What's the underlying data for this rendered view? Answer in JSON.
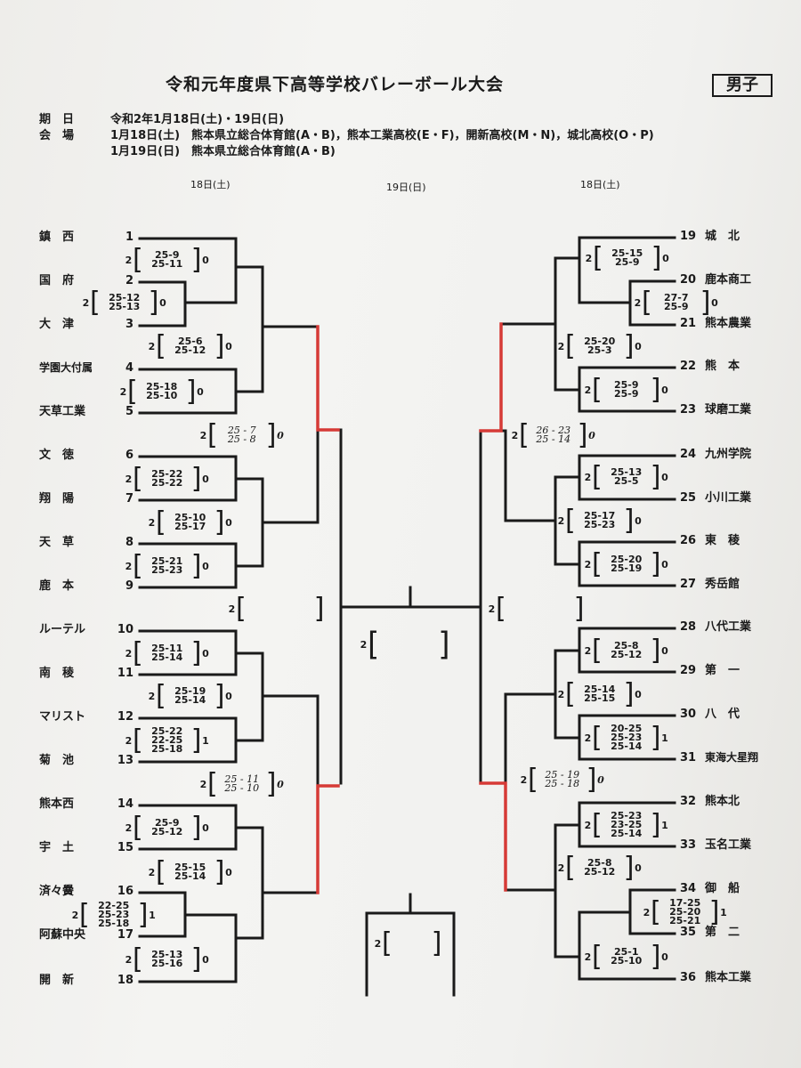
{
  "header": {
    "title": "令和元年度県下高等学校バレーボール大会",
    "division": "男子",
    "date_label": "期　日",
    "date_value": "令和2年1月18日(土)・19日(日)",
    "venue_label": "会　場",
    "venue_line1": "1月18日(土)　熊本県立総合体育館(A・B)，熊本工業高校(E・F)，開新高校(M・N)，城北高校(O・P)",
    "venue_line2": "1月19日(日)　熊本県立総合体育館(A・B)"
  },
  "day_headers": {
    "left": "18日(土)",
    "center": "19日(日)",
    "right": "18日(土)"
  },
  "teams_left": [
    {
      "seed": "1",
      "name": "鎮　西"
    },
    {
      "seed": "2",
      "name": "国　府"
    },
    {
      "seed": "3",
      "name": "大　津"
    },
    {
      "seed": "4",
      "name": "学園大付属"
    },
    {
      "seed": "5",
      "name": "天草工業"
    },
    {
      "seed": "6",
      "name": "文　徳"
    },
    {
      "seed": "7",
      "name": "翔　陽"
    },
    {
      "seed": "8",
      "name": "天　草"
    },
    {
      "seed": "9",
      "name": "鹿　本"
    },
    {
      "seed": "10",
      "name": "ルーテル"
    },
    {
      "seed": "11",
      "name": "南　稜"
    },
    {
      "seed": "12",
      "name": "マリスト"
    },
    {
      "seed": "13",
      "name": "菊　池"
    },
    {
      "seed": "14",
      "name": "熊本西"
    },
    {
      "seed": "15",
      "name": "宇　土"
    },
    {
      "seed": "16",
      "name": "済々黌"
    },
    {
      "seed": "17",
      "name": "阿蘇中央"
    },
    {
      "seed": "18",
      "name": "開　新"
    }
  ],
  "teams_right": [
    {
      "seed": "19",
      "name": "城　北"
    },
    {
      "seed": "20",
      "name": "鹿本商工"
    },
    {
      "seed": "21",
      "name": "熊本農業"
    },
    {
      "seed": "22",
      "name": "熊　本"
    },
    {
      "seed": "23",
      "name": "球磨工業"
    },
    {
      "seed": "24",
      "name": "九州学院"
    },
    {
      "seed": "25",
      "name": "小川工業"
    },
    {
      "seed": "26",
      "name": "東　稜"
    },
    {
      "seed": "27",
      "name": "秀岳館"
    },
    {
      "seed": "28",
      "name": "八代工業"
    },
    {
      "seed": "29",
      "name": "第　一"
    },
    {
      "seed": "30",
      "name": "八　代"
    },
    {
      "seed": "31",
      "name": "東海大星翔"
    },
    {
      "seed": "32",
      "name": "熊本北"
    },
    {
      "seed": "33",
      "name": "玉名工業"
    },
    {
      "seed": "34",
      "name": "御　船"
    },
    {
      "seed": "35",
      "name": "第　二"
    },
    {
      "seed": "36",
      "name": "熊本工業"
    }
  ],
  "scores": [
    {
      "w": "2",
      "l": "0",
      "sets": [
        "25-9",
        "25-11"
      ]
    },
    {
      "w": "2",
      "l": "0",
      "sets": [
        "25-12",
        "25-13"
      ]
    },
    {
      "w": "2",
      "l": "0",
      "sets": [
        "25-6",
        "25-12"
      ]
    },
    {
      "w": "2",
      "l": "0",
      "sets": [
        "25-18",
        "25-10"
      ]
    },
    {
      "w": "2",
      "l": "0",
      "sets": [
        "25 - 7",
        "25 - 8"
      ]
    },
    {
      "w": "2",
      "l": "0",
      "sets": [
        "25-22",
        "25-22"
      ]
    },
    {
      "w": "2",
      "l": "0",
      "sets": [
        "25-10",
        "25-17"
      ]
    },
    {
      "w": "2",
      "l": "0",
      "sets": [
        "25-21",
        "25-23"
      ]
    },
    {
      "w": "2",
      "l": "",
      "sets": []
    },
    {
      "w": "2",
      "l": "0",
      "sets": [
        "25-11",
        "25-14"
      ]
    },
    {
      "w": "2",
      "l": "0",
      "sets": [
        "25-19",
        "25-14"
      ]
    },
    {
      "w": "2",
      "l": "1",
      "sets": [
        "25-22",
        "22-25",
        "25-18"
      ]
    },
    {
      "w": "2",
      "l": "0",
      "sets": [
        "25 - 11",
        "25 - 10"
      ]
    },
    {
      "w": "2",
      "l": "0",
      "sets": [
        "25-9",
        "25-12"
      ]
    },
    {
      "w": "2",
      "l": "0",
      "sets": [
        "25-15",
        "25-14"
      ]
    },
    {
      "w": "2",
      "l": "1",
      "sets": [
        "22-25",
        "25-23",
        "25-18"
      ]
    },
    {
      "w": "2",
      "l": "0",
      "sets": [
        "25-13",
        "25-16"
      ]
    },
    {
      "w": "2",
      "l": "0",
      "sets": [
        "25-15",
        "25-9"
      ]
    },
    {
      "w": "2",
      "l": "0",
      "sets": [
        "27-7",
        "25-9"
      ]
    },
    {
      "w": "2",
      "l": "0",
      "sets": [
        "25-20",
        "25-3"
      ]
    },
    {
      "w": "2",
      "l": "0",
      "sets": [
        "25-9",
        "25-9"
      ]
    },
    {
      "w": "2",
      "l": "0",
      "sets": [
        "26 - 23",
        "25 - 14"
      ]
    },
    {
      "w": "2",
      "l": "0",
      "sets": [
        "25-13",
        "25-5"
      ]
    },
    {
      "w": "2",
      "l": "0",
      "sets": [
        "25-17",
        "25-23"
      ]
    },
    {
      "w": "2",
      "l": "0",
      "sets": [
        "25-20",
        "25-19"
      ]
    },
    {
      "w": "2",
      "l": "",
      "sets": []
    },
    {
      "w": "2",
      "l": "0",
      "sets": [
        "25-8",
        "25-12"
      ]
    },
    {
      "w": "2",
      "l": "0",
      "sets": [
        "25-14",
        "25-15"
      ]
    },
    {
      "w": "2",
      "l": "1",
      "sets": [
        "20-25",
        "25-23",
        "25-14"
      ]
    },
    {
      "w": "2",
      "l": "0",
      "sets": [
        "25 - 19",
        "25 - 18"
      ]
    },
    {
      "w": "2",
      "l": "1",
      "sets": [
        "25-23",
        "23-25",
        "25-14"
      ]
    },
    {
      "w": "2",
      "l": "0",
      "sets": [
        "25-8",
        "25-12"
      ]
    },
    {
      "w": "2",
      "l": "1",
      "sets": [
        "17-25",
        "25-20",
        "25-21"
      ]
    },
    {
      "w": "2",
      "l": "0",
      "sets": [
        "25-1",
        "25-10"
      ]
    },
    {
      "w": "2",
      "l": "",
      "sets": []
    },
    {
      "w": "2",
      "l": "",
      "sets": []
    }
  ],
  "colors": {
    "ink": "#1a1a1a",
    "advance": "#d63a36",
    "paper": "#f2f2f0"
  }
}
